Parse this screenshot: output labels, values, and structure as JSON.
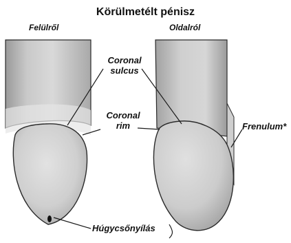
{
  "title": "Körülmetélt pénisz",
  "views": {
    "top": "Felülről",
    "side": "Oldalról"
  },
  "labels": {
    "coronal_sulcus": [
      "Coronal",
      "sulcus"
    ],
    "coronal_rim": [
      "Coronal",
      "rim"
    ],
    "frenulum": "Frenulum*",
    "urethral_opening": "Húgycsőnyílás"
  },
  "colors": {
    "background": "#ffffff",
    "shaft": "#c8c8c8",
    "glans": "#d2d2d2",
    "outline": "#2a2a2a",
    "leader": "#1a1a1a"
  }
}
